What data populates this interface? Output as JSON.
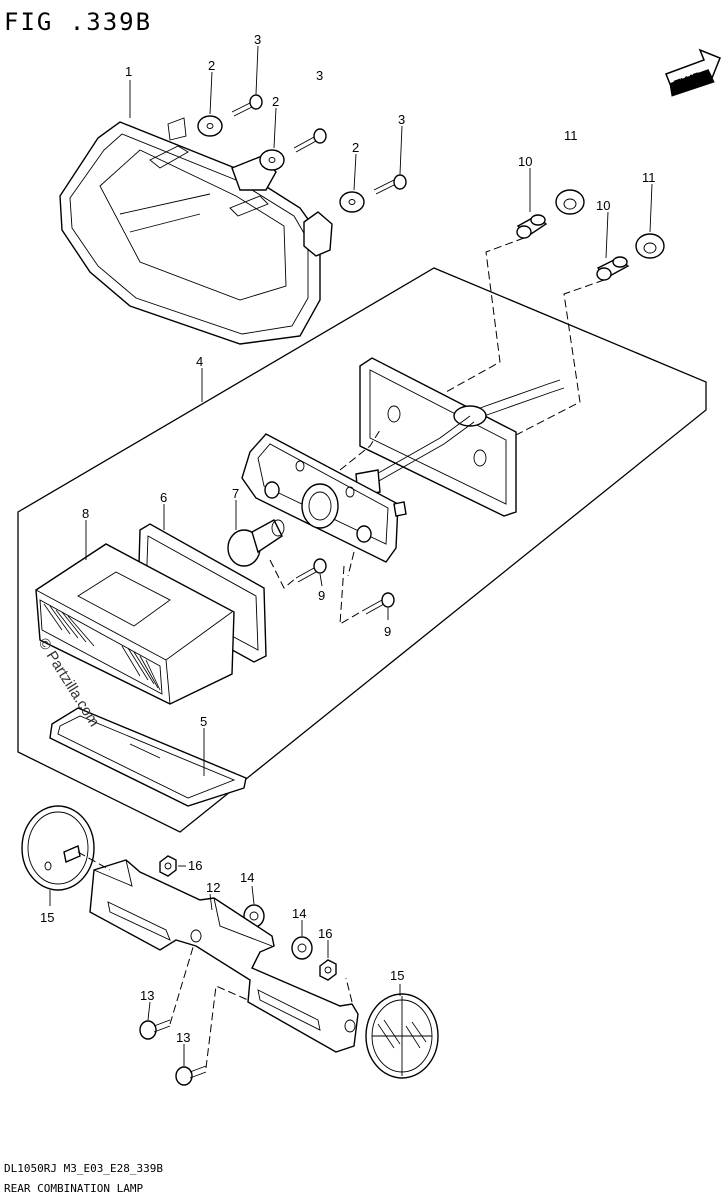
{
  "figure_title": "FIG .339B",
  "fwd_label": "FWD",
  "watermark": "© Partzilla.com",
  "model_code": "DL1050RJ M3_E03_E28_339B",
  "caption": "REAR COMBINATION LAMP",
  "callouts": {
    "c1": "1",
    "c2a": "2",
    "c2b": "2",
    "c2c": "2",
    "c3a": "3",
    "c3b": "3",
    "c3c": "3",
    "c4": "4",
    "c5": "5",
    "c6": "6",
    "c7": "7",
    "c8": "8",
    "c9a": "9",
    "c9b": "9",
    "c10a": "10",
    "c10b": "10",
    "c11a": "11",
    "c11b": "11",
    "c12": "12",
    "c13a": "13",
    "c13b": "13",
    "c14a": "14",
    "c14b": "14",
    "c15a": "15",
    "c15b": "15",
    "c16a": "16",
    "c16b": "16"
  }
}
